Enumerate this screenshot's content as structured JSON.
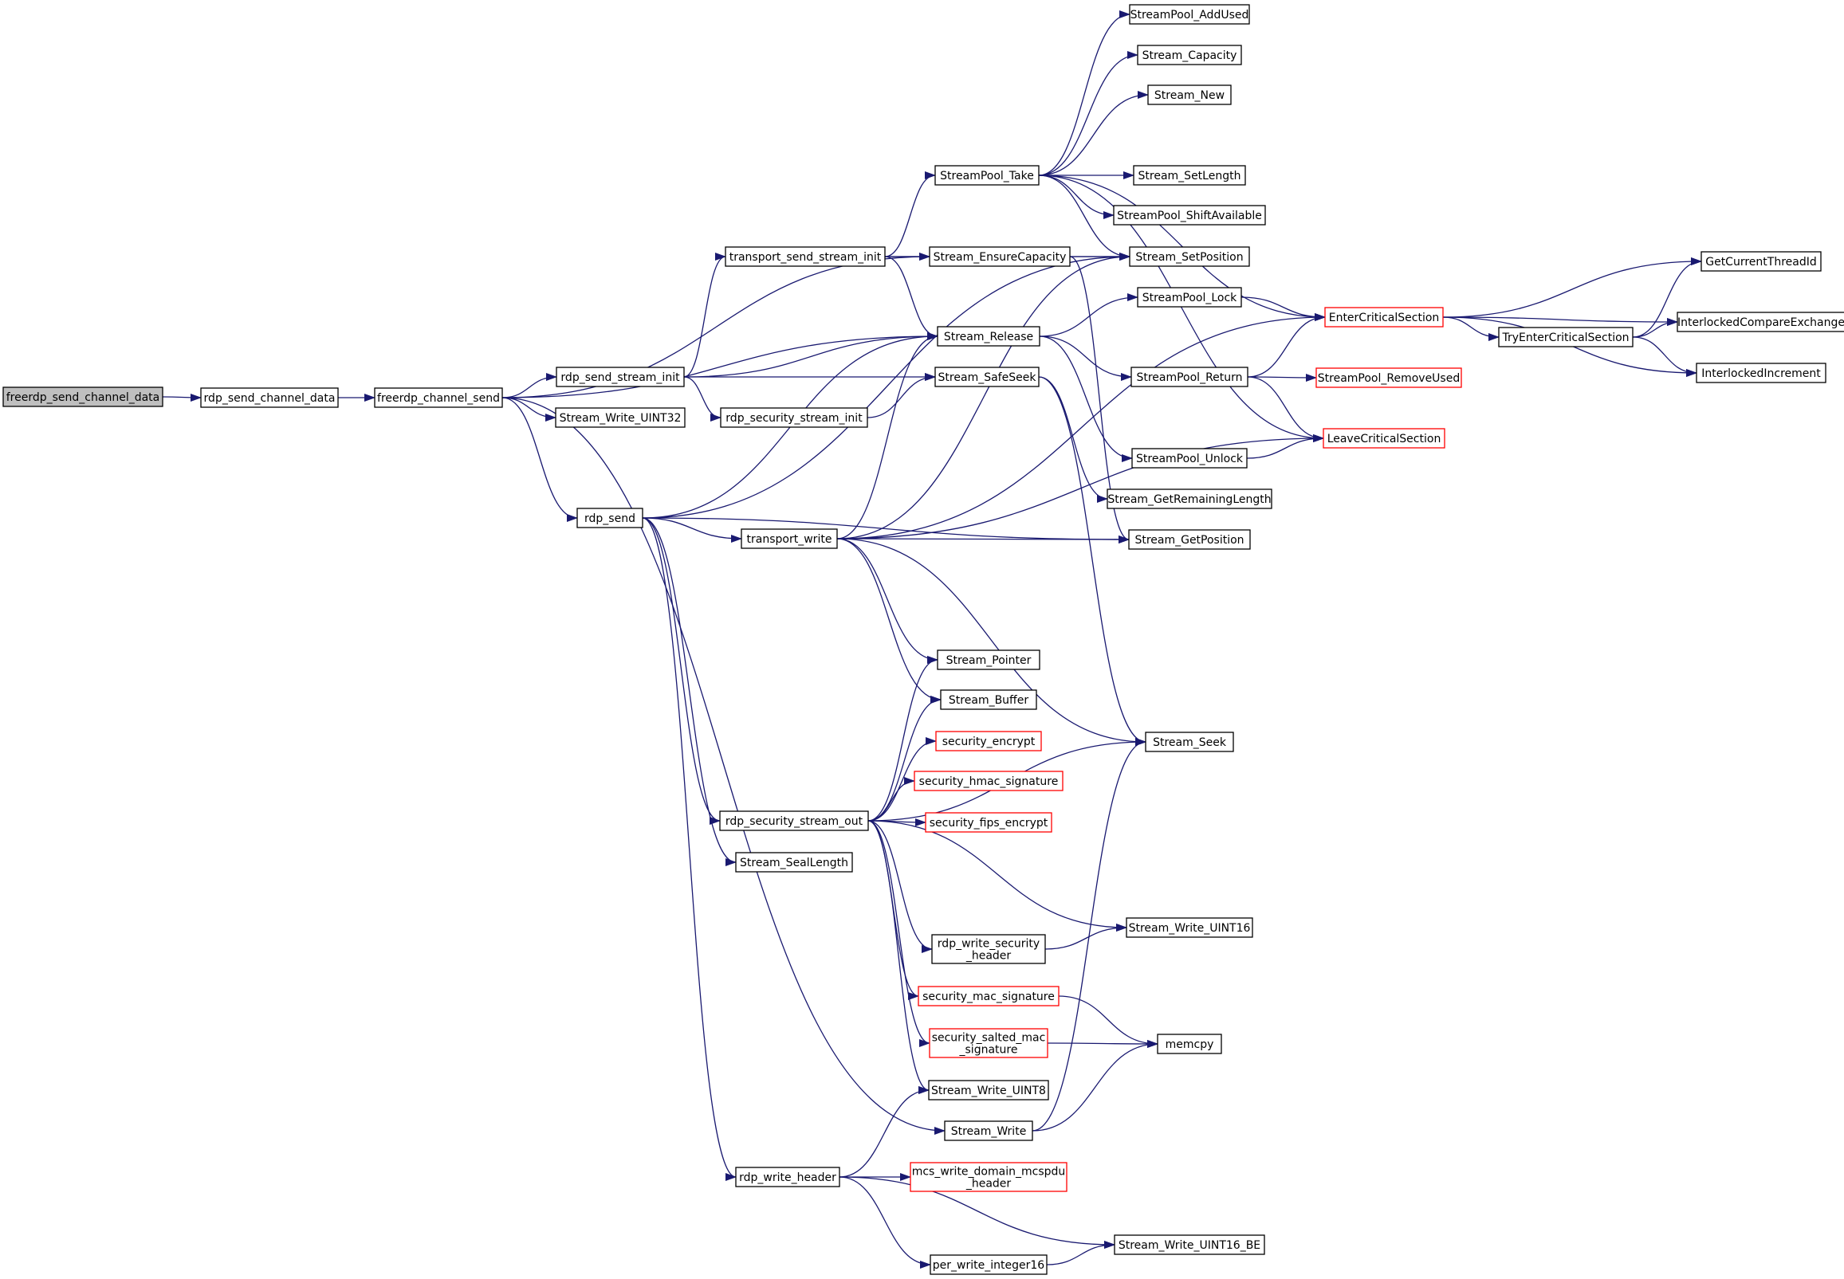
{
  "colors": {
    "edge": "#191970",
    "node_border": "#000000",
    "node_border_external": "#ff0000",
    "root_fill": "#bfbfbf",
    "node_fill": "#ffffff"
  },
  "nodes": [
    {
      "id": "freerdp_send_channel_data",
      "lines": [
        "freerdp_send_channel_data"
      ],
      "kind": "root"
    },
    {
      "id": "rdp_send_channel_data",
      "lines": [
        "rdp_send_channel_data"
      ],
      "kind": "normal"
    },
    {
      "id": "freerdp_channel_send",
      "lines": [
        "freerdp_channel_send"
      ],
      "kind": "normal"
    },
    {
      "id": "rdp_send_stream_init",
      "lines": [
        "rdp_send_stream_init"
      ],
      "kind": "normal"
    },
    {
      "id": "Stream_Write_UINT32",
      "lines": [
        "Stream_Write_UINT32"
      ],
      "kind": "normal"
    },
    {
      "id": "rdp_send",
      "lines": [
        "rdp_send"
      ],
      "kind": "normal"
    },
    {
      "id": "transport_send_stream_init",
      "lines": [
        "transport_send_stream_init"
      ],
      "kind": "normal"
    },
    {
      "id": "rdp_security_stream_init",
      "lines": [
        "rdp_security_stream_init"
      ],
      "kind": "normal"
    },
    {
      "id": "transport_write",
      "lines": [
        "transport_write"
      ],
      "kind": "normal"
    },
    {
      "id": "rdp_security_stream_out",
      "lines": [
        "rdp_security_stream_out"
      ],
      "kind": "normal"
    },
    {
      "id": "Stream_SealLength",
      "lines": [
        "Stream_SealLength"
      ],
      "kind": "normal"
    },
    {
      "id": "rdp_write_header",
      "lines": [
        "rdp_write_header"
      ],
      "kind": "normal"
    },
    {
      "id": "StreamPool_Take",
      "lines": [
        "StreamPool_Take"
      ],
      "kind": "normal"
    },
    {
      "id": "Stream_EnsureCapacity",
      "lines": [
        "Stream_EnsureCapacity"
      ],
      "kind": "normal"
    },
    {
      "id": "Stream_Release",
      "lines": [
        "Stream_Release"
      ],
      "kind": "normal"
    },
    {
      "id": "Stream_SafeSeek",
      "lines": [
        "Stream_SafeSeek"
      ],
      "kind": "normal"
    },
    {
      "id": "Stream_Pointer",
      "lines": [
        "Stream_Pointer"
      ],
      "kind": "normal"
    },
    {
      "id": "Stream_Buffer",
      "lines": [
        "Stream_Buffer"
      ],
      "kind": "normal"
    },
    {
      "id": "security_encrypt",
      "lines": [
        "security_encrypt"
      ],
      "kind": "external"
    },
    {
      "id": "security_hmac_signature",
      "lines": [
        "security_hmac_signature"
      ],
      "kind": "external"
    },
    {
      "id": "security_fips_encrypt",
      "lines": [
        "security_fips_encrypt"
      ],
      "kind": "external"
    },
    {
      "id": "rdp_write_security_header",
      "lines": [
        "rdp_write_security",
        "_header"
      ],
      "kind": "normal"
    },
    {
      "id": "security_mac_signature",
      "lines": [
        "security_mac_signature"
      ],
      "kind": "external"
    },
    {
      "id": "security_salted_mac_signature",
      "lines": [
        "security_salted_mac",
        "_signature"
      ],
      "kind": "external"
    },
    {
      "id": "Stream_Write_UINT8",
      "lines": [
        "Stream_Write_UINT8"
      ],
      "kind": "normal"
    },
    {
      "id": "Stream_Write",
      "lines": [
        "Stream_Write"
      ],
      "kind": "normal"
    },
    {
      "id": "mcs_write_domain_mcspdu_header",
      "lines": [
        "mcs_write_domain_mcspdu",
        "_header"
      ],
      "kind": "external"
    },
    {
      "id": "per_write_integer16",
      "lines": [
        "per_write_integer16"
      ],
      "kind": "normal"
    },
    {
      "id": "StreamPool_AddUsed",
      "lines": [
        "StreamPool_AddUsed"
      ],
      "kind": "normal"
    },
    {
      "id": "Stream_Capacity",
      "lines": [
        "Stream_Capacity"
      ],
      "kind": "normal"
    },
    {
      "id": "Stream_New",
      "lines": [
        "Stream_New"
      ],
      "kind": "normal"
    },
    {
      "id": "Stream_SetLength",
      "lines": [
        "Stream_SetLength"
      ],
      "kind": "normal"
    },
    {
      "id": "StreamPool_ShiftAvailable",
      "lines": [
        "StreamPool_ShiftAvailable"
      ],
      "kind": "normal"
    },
    {
      "id": "Stream_SetPosition",
      "lines": [
        "Stream_SetPosition"
      ],
      "kind": "normal"
    },
    {
      "id": "StreamPool_Lock",
      "lines": [
        "StreamPool_Lock"
      ],
      "kind": "normal"
    },
    {
      "id": "StreamPool_Return",
      "lines": [
        "StreamPool_Return"
      ],
      "kind": "normal"
    },
    {
      "id": "StreamPool_Unlock",
      "lines": [
        "StreamPool_Unlock"
      ],
      "kind": "normal"
    },
    {
      "id": "Stream_GetRemainingLength",
      "lines": [
        "Stream_GetRemainingLength"
      ],
      "kind": "normal"
    },
    {
      "id": "Stream_GetPosition",
      "lines": [
        "Stream_GetPosition"
      ],
      "kind": "normal"
    },
    {
      "id": "Stream_Seek",
      "lines": [
        "Stream_Seek"
      ],
      "kind": "normal"
    },
    {
      "id": "Stream_Write_UINT16",
      "lines": [
        "Stream_Write_UINT16"
      ],
      "kind": "normal"
    },
    {
      "id": "memcpy",
      "lines": [
        "memcpy"
      ],
      "kind": "normal"
    },
    {
      "id": "Stream_Write_UINT16_BE",
      "lines": [
        "Stream_Write_UINT16_BE"
      ],
      "kind": "normal"
    },
    {
      "id": "EnterCriticalSection",
      "lines": [
        "EnterCriticalSection"
      ],
      "kind": "external"
    },
    {
      "id": "StreamPool_RemoveUsed",
      "lines": [
        "StreamPool_RemoveUsed"
      ],
      "kind": "external"
    },
    {
      "id": "LeaveCriticalSection",
      "lines": [
        "LeaveCriticalSection"
      ],
      "kind": "external"
    },
    {
      "id": "TryEnterCriticalSection",
      "lines": [
        "TryEnterCriticalSection"
      ],
      "kind": "normal"
    },
    {
      "id": "GetCurrentThreadId",
      "lines": [
        "GetCurrentThreadId"
      ],
      "kind": "normal"
    },
    {
      "id": "InterlockedCompareExchange",
      "lines": [
        "InterlockedCompareExchange"
      ],
      "kind": "normal"
    },
    {
      "id": "InterlockedIncrement",
      "lines": [
        "InterlockedIncrement"
      ],
      "kind": "normal"
    }
  ],
  "edges": [
    [
      "freerdp_send_channel_data",
      "rdp_send_channel_data"
    ],
    [
      "rdp_send_channel_data",
      "freerdp_channel_send"
    ],
    [
      "freerdp_channel_send",
      "rdp_send_stream_init"
    ],
    [
      "freerdp_channel_send",
      "Stream_Write_UINT32"
    ],
    [
      "freerdp_channel_send",
      "rdp_send"
    ],
    [
      "freerdp_channel_send",
      "Stream_EnsureCapacity"
    ],
    [
      "freerdp_channel_send",
      "Stream_Release"
    ],
    [
      "freerdp_channel_send",
      "Stream_Write"
    ],
    [
      "rdp_send_stream_init",
      "transport_send_stream_init"
    ],
    [
      "rdp_send_stream_init",
      "rdp_security_stream_init"
    ],
    [
      "rdp_send_stream_init",
      "Stream_Release"
    ],
    [
      "rdp_send_stream_init",
      "Stream_SafeSeek"
    ],
    [
      "rdp_send",
      "transport_write"
    ],
    [
      "rdp_send",
      "rdp_security_stream_out"
    ],
    [
      "rdp_send",
      "Stream_SealLength"
    ],
    [
      "rdp_send",
      "rdp_write_header"
    ],
    [
      "rdp_send",
      "Stream_Release"
    ],
    [
      "rdp_send",
      "Stream_GetPosition"
    ],
    [
      "rdp_send",
      "Stream_SetPosition"
    ],
    [
      "transport_send_stream_init",
      "StreamPool_Take"
    ],
    [
      "transport_send_stream_init",
      "Stream_EnsureCapacity"
    ],
    [
      "transport_send_stream_init",
      "Stream_Release"
    ],
    [
      "transport_send_stream_init",
      "Stream_SetPosition"
    ],
    [
      "rdp_security_stream_init",
      "Stream_SafeSeek"
    ],
    [
      "transport_write",
      "Stream_Release"
    ],
    [
      "transport_write",
      "Stream_Pointer"
    ],
    [
      "transport_write",
      "Stream_Buffer"
    ],
    [
      "transport_write",
      "Stream_Seek"
    ],
    [
      "transport_write",
      "Stream_GetPosition"
    ],
    [
      "transport_write",
      "Stream_SetPosition"
    ],
    [
      "transport_write",
      "EnterCriticalSection"
    ],
    [
      "transport_write",
      "LeaveCriticalSection"
    ],
    [
      "rdp_security_stream_out",
      "Stream_Pointer"
    ],
    [
      "rdp_security_stream_out",
      "Stream_Buffer"
    ],
    [
      "rdp_security_stream_out",
      "security_encrypt"
    ],
    [
      "rdp_security_stream_out",
      "security_hmac_signature"
    ],
    [
      "rdp_security_stream_out",
      "security_fips_encrypt"
    ],
    [
      "rdp_security_stream_out",
      "Stream_Seek"
    ],
    [
      "rdp_security_stream_out",
      "Stream_Write_UINT16"
    ],
    [
      "rdp_security_stream_out",
      "rdp_write_security_header"
    ],
    [
      "rdp_security_stream_out",
      "security_mac_signature"
    ],
    [
      "rdp_security_stream_out",
      "security_salted_mac_signature"
    ],
    [
      "rdp_security_stream_out",
      "Stream_Write_UINT8"
    ],
    [
      "rdp_write_header",
      "Stream_Write_UINT8"
    ],
    [
      "rdp_write_header",
      "mcs_write_domain_mcspdu_header"
    ],
    [
      "rdp_write_header",
      "Stream_Write_UINT16_BE"
    ],
    [
      "rdp_write_header",
      "per_write_integer16"
    ],
    [
      "StreamPool_Take",
      "StreamPool_AddUsed"
    ],
    [
      "StreamPool_Take",
      "Stream_Capacity"
    ],
    [
      "StreamPool_Take",
      "Stream_New"
    ],
    [
      "StreamPool_Take",
      "Stream_SetLength"
    ],
    [
      "StreamPool_Take",
      "StreamPool_ShiftAvailable"
    ],
    [
      "StreamPool_Take",
      "Stream_SetPosition"
    ],
    [
      "StreamPool_Take",
      "EnterCriticalSection"
    ],
    [
      "StreamPool_Take",
      "LeaveCriticalSection"
    ],
    [
      "Stream_EnsureCapacity",
      "Stream_SetPosition"
    ],
    [
      "Stream_EnsureCapacity",
      "Stream_GetPosition"
    ],
    [
      "Stream_Release",
      "StreamPool_Lock"
    ],
    [
      "Stream_Release",
      "StreamPool_Return"
    ],
    [
      "Stream_Release",
      "StreamPool_Unlock"
    ],
    [
      "Stream_SafeSeek",
      "Stream_GetRemainingLength"
    ],
    [
      "Stream_SafeSeek",
      "Stream_Seek"
    ],
    [
      "StreamPool_Lock",
      "EnterCriticalSection"
    ],
    [
      "StreamPool_Return",
      "EnterCriticalSection"
    ],
    [
      "StreamPool_Return",
      "StreamPool_RemoveUsed"
    ],
    [
      "StreamPool_Return",
      "LeaveCriticalSection"
    ],
    [
      "StreamPool_Unlock",
      "LeaveCriticalSection"
    ],
    [
      "rdp_write_security_header",
      "Stream_Write_UINT16"
    ],
    [
      "security_mac_signature",
      "memcpy"
    ],
    [
      "security_salted_mac_signature",
      "memcpy"
    ],
    [
      "Stream_Write",
      "memcpy"
    ],
    [
      "Stream_Write",
      "Stream_Seek"
    ],
    [
      "per_write_integer16",
      "Stream_Write_UINT16_BE"
    ],
    [
      "EnterCriticalSection",
      "GetCurrentThreadId"
    ],
    [
      "EnterCriticalSection",
      "TryEnterCriticalSection"
    ],
    [
      "EnterCriticalSection",
      "InterlockedCompareExchange"
    ],
    [
      "EnterCriticalSection",
      "InterlockedIncrement"
    ],
    [
      "TryEnterCriticalSection",
      "GetCurrentThreadId"
    ],
    [
      "TryEnterCriticalSection",
      "InterlockedCompareExchange"
    ],
    [
      "TryEnterCriticalSection",
      "InterlockedIncrement"
    ]
  ]
}
